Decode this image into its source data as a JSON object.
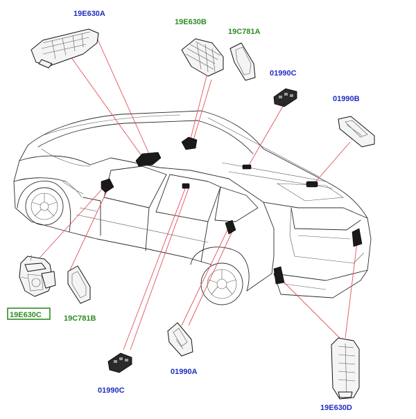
{
  "colors": {
    "label_blue": "#1f2dbf",
    "label_green": "#2f8a24",
    "callout_line": "#e4505a",
    "highlight_box": "#2f8a24"
  },
  "labels": {
    "part_19e630a": "19E630A",
    "part_19e630b": "19E630B",
    "part_19c781a": "19C781A",
    "part_01990c_top": "01990C",
    "part_01990b": "01990B",
    "part_19e630c": "19E630C",
    "part_19c781b": "19C781B",
    "part_01990c_bottom": "01990C",
    "part_01990a": "01990A",
    "part_19e630d": "19E630D"
  }
}
